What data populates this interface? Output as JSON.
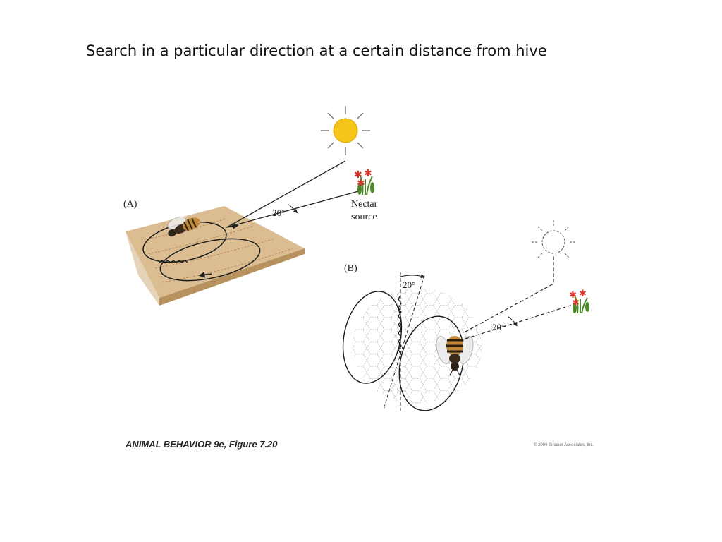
{
  "slide": {
    "title": "Search in a particular direction at a certain distance from hive"
  },
  "figure": {
    "panel_a": {
      "label": "(A)",
      "angle_label": "20°",
      "target_label_line1": "Nectar",
      "target_label_line2": "source"
    },
    "panel_b": {
      "label": "(B)",
      "angle_label_top": "20°",
      "angle_label_side": "20°"
    },
    "caption": "ANIMAL BEHAVIOR 9e, Figure 7.20",
    "copyright": "© 2009 Sinauer Associates, Inc."
  },
  "colors": {
    "sun": "#f5c518",
    "wood": "#d9b98c",
    "flower": "#d8322a",
    "leaf": "#4d8a2a"
  },
  "icons": [
    "sun-icon",
    "flower-icon",
    "bee-icon",
    "honeycomb"
  ]
}
